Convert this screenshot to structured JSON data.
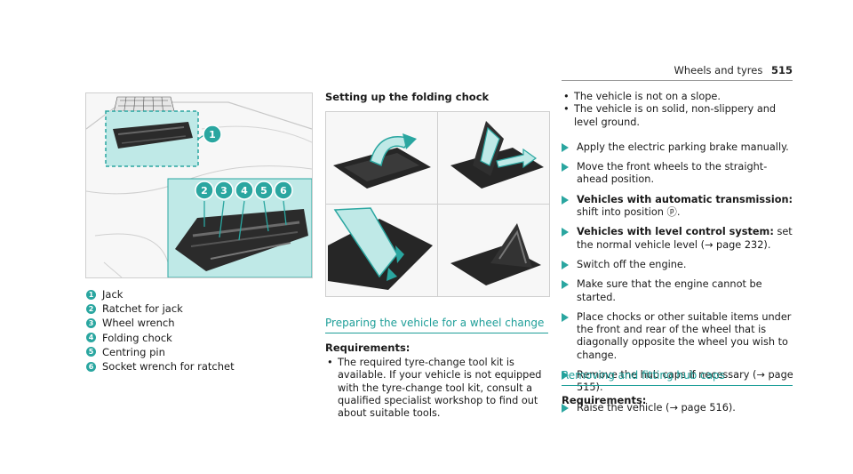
{
  "header": {
    "section": "Wheels and tyres",
    "page_number": "515"
  },
  "figure_left": {
    "callouts": [
      "1",
      "2",
      "3",
      "4",
      "5",
      "6"
    ]
  },
  "legend": [
    {
      "num": "1",
      "text": "Jack"
    },
    {
      "num": "2",
      "text": "Ratchet for jack"
    },
    {
      "num": "3",
      "text": "Wheel wrench"
    },
    {
      "num": "4",
      "text": "Folding chock"
    },
    {
      "num": "5",
      "text": "Centring pin"
    },
    {
      "num": "6",
      "text": "Socket wrench for ratchet"
    }
  ],
  "setup_heading": "Setting up the folding chock",
  "section1": {
    "title": "Preparing the vehicle for a wheel change",
    "requirements_label": "Requirements:",
    "bullets": [
      "The required tyre-change tool kit is available. If your vehicle is not equipped with the tyre-change tool kit, consult a qualified specialist workshop to find out about suitable tools."
    ]
  },
  "col3": {
    "bullets": [
      "The vehicle is not on a slope.",
      "The vehicle is on solid, non-slippery and level ground."
    ],
    "steps": [
      {
        "bold": "",
        "text": "Apply the electric parking brake manually."
      },
      {
        "bold": "",
        "text": "Move the front wheels to the straight-ahead position."
      },
      {
        "bold": "Vehicles with automatic transmission:",
        "text": "shift into position ⓟ."
      },
      {
        "bold": "Vehicles with level control system:",
        "text": "set the normal vehicle level (→ page 232)."
      },
      {
        "bold": "",
        "text": "Switch off the engine."
      },
      {
        "bold": "",
        "text": "Make sure that the engine cannot be started."
      },
      {
        "bold": "",
        "text": "Place chocks or other suitable items under the front and rear of the wheel that is diagonally opposite the wheel you wish to change."
      },
      {
        "bold": "",
        "text": "Remove the hub caps if necessary (→ page 515)."
      },
      {
        "bold": "",
        "text": "Raise the vehicle (→ page 516)."
      }
    ]
  },
  "section2": {
    "title": "Removing and fitting hub caps",
    "requirements_label": "Requirements:"
  },
  "colors": {
    "accent": "#2aa6a0",
    "teal_panel": "#bfe9e7"
  }
}
